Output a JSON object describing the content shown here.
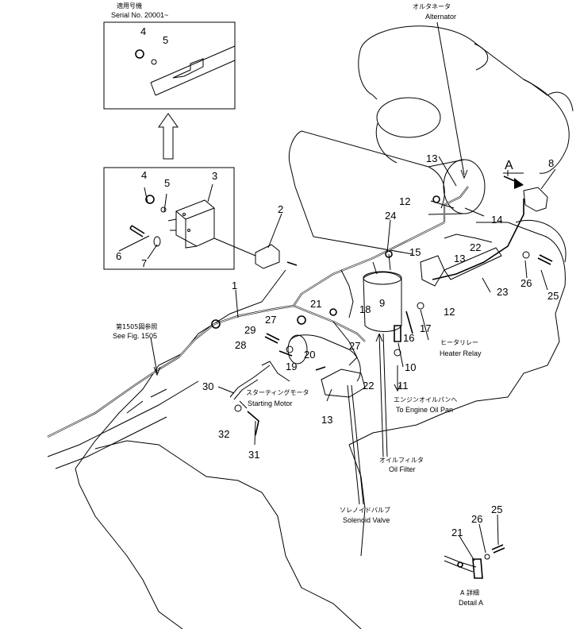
{
  "inset_top": {
    "title_jp": "適用号機",
    "title_en": "Serial No. 20001~",
    "callouts": [
      "4",
      "5"
    ]
  },
  "inset_mid": {
    "callouts": [
      "4",
      "5",
      "3",
      "6",
      "7"
    ]
  },
  "labels": {
    "alternator_jp": "オルタネータ",
    "alternator_en": "Alternator",
    "see_fig_jp": "第1505図参照",
    "see_fig_en": "See Fig. 1505",
    "heater_relay_jp": "ヒータリレー",
    "heater_relay_en": "Heater Relay",
    "oil_pan_jp": "エンジンオイルパンへ",
    "oil_pan_en": "To Engine Oil Pan",
    "starting_motor_jp": "スターティングモータ",
    "starting_motor_en": "Starting Motor",
    "oil_filter_jp": "オイルフィルタ",
    "oil_filter_en": "Oil Filter",
    "solenoid_valve_jp": "ソレノイドバルブ",
    "solenoid_valve_en": "Solenoid Valve",
    "detail_jp": "A 詳細",
    "detail_en": "Detail A",
    "view_a": "A"
  },
  "callouts_main": {
    "c1": "1",
    "c2": "2",
    "c8": "8",
    "c9": "9",
    "c10": "10",
    "c11": "11",
    "c12a": "12",
    "c12b": "12",
    "c13a": "13",
    "c13b": "13",
    "c13c": "13",
    "c14": "14",
    "c15": "15",
    "c16": "16",
    "c17": "17",
    "c18": "18",
    "c19": "19",
    "c20": "20",
    "c21": "21",
    "c22a": "22",
    "c22b": "22",
    "c23": "23",
    "c24": "24",
    "c25": "25",
    "c26": "26",
    "c27a": "27",
    "c27b": "27",
    "c28": "28",
    "c29": "29",
    "c30": "30",
    "c31": "31",
    "c32": "32"
  },
  "callouts_detail": {
    "c21": "21",
    "c26": "26",
    "c25": "25"
  }
}
